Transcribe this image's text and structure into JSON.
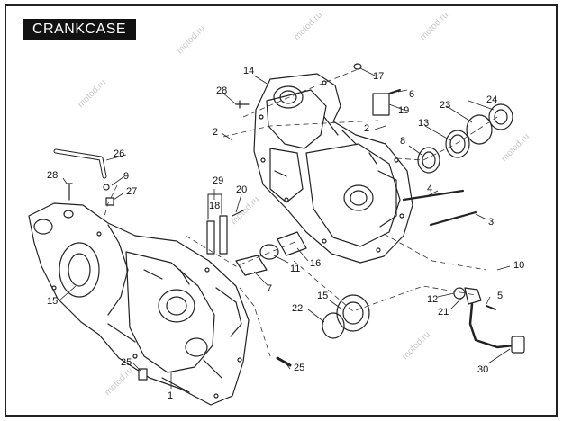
{
  "title": "CRANKCASE",
  "watermark": "motod.ru",
  "callouts": [
    {
      "id": "c1",
      "label": "1"
    },
    {
      "id": "c2a",
      "label": "2"
    },
    {
      "id": "c2b",
      "label": "2"
    },
    {
      "id": "c3",
      "label": "3"
    },
    {
      "id": "c4",
      "label": "4"
    },
    {
      "id": "c5",
      "label": "5"
    },
    {
      "id": "c6",
      "label": "6"
    },
    {
      "id": "c7",
      "label": "7"
    },
    {
      "id": "c8",
      "label": "8"
    },
    {
      "id": "c9",
      "label": "9"
    },
    {
      "id": "c10",
      "label": "10"
    },
    {
      "id": "c11",
      "label": "11"
    },
    {
      "id": "c12",
      "label": "12"
    },
    {
      "id": "c13",
      "label": "13"
    },
    {
      "id": "c14",
      "label": "14"
    },
    {
      "id": "c15a",
      "label": "15"
    },
    {
      "id": "c15b",
      "label": "15"
    },
    {
      "id": "c16",
      "label": "16"
    },
    {
      "id": "c17",
      "label": "17"
    },
    {
      "id": "c18",
      "label": "18"
    },
    {
      "id": "c19",
      "label": "19"
    },
    {
      "id": "c20",
      "label": "20"
    },
    {
      "id": "c21",
      "label": "21"
    },
    {
      "id": "c22",
      "label": "22"
    },
    {
      "id": "c23",
      "label": "23"
    },
    {
      "id": "c24",
      "label": "24"
    },
    {
      "id": "c25a",
      "label": "25"
    },
    {
      "id": "c25b",
      "label": "25"
    },
    {
      "id": "c26",
      "label": "26"
    },
    {
      "id": "c27",
      "label": "27"
    },
    {
      "id": "c28a",
      "label": "28"
    },
    {
      "id": "c28b",
      "label": "28"
    },
    {
      "id": "c29",
      "label": "29"
    },
    {
      "id": "c30",
      "label": "30"
    }
  ]
}
